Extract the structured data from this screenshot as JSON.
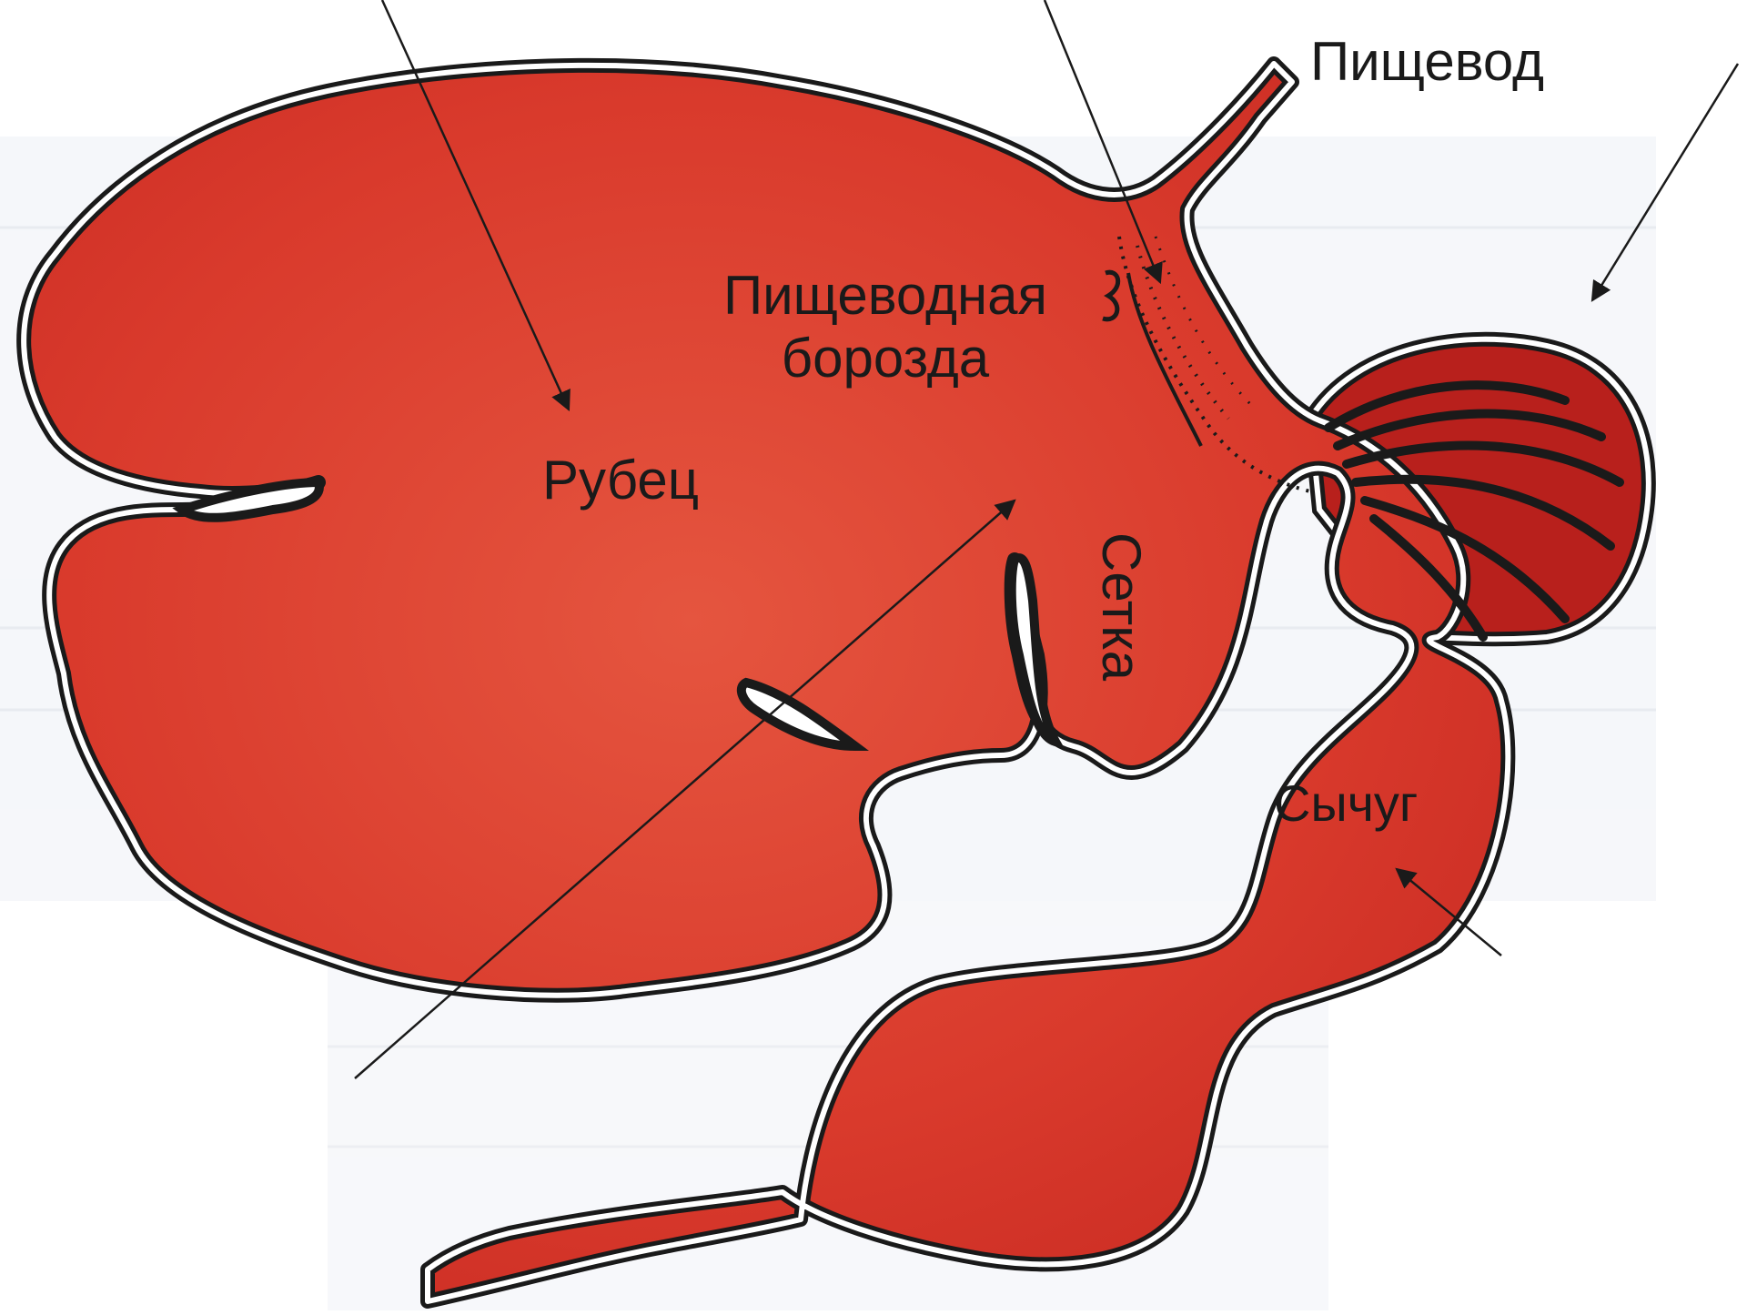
{
  "labels": {
    "esophagus": "Пищевод",
    "groove_line1": "Пищеводная",
    "groove_line2": "борозда",
    "rumen": "Рубец",
    "reticulum": "Сетка",
    "abomasum": "Сычуг"
  },
  "colors": {
    "organ_fill": "#d8362c",
    "organ_fill_light": "#e2513e",
    "outline": "#1a1a1a",
    "background": "#ffffff",
    "page_ghost": "#e9edf3"
  }
}
